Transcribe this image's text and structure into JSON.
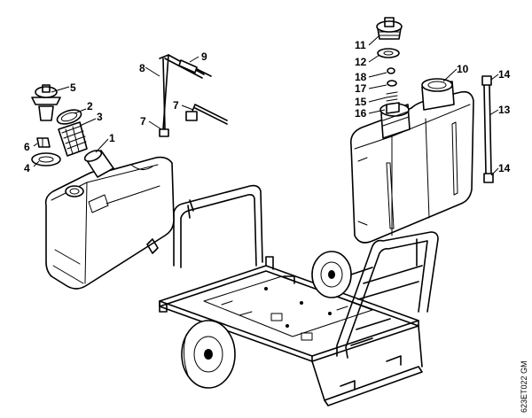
{
  "callouts": {
    "c1": "1",
    "c2": "2",
    "c3": "3",
    "c4": "4",
    "c5": "5",
    "c6": "6",
    "c7a": "7",
    "c7b": "7",
    "c8": "8",
    "c9": "9",
    "c10": "10",
    "c11": "11",
    "c12": "12",
    "c13": "13",
    "c14a": "14",
    "c14b": "14",
    "c15": "15",
    "c16": "16",
    "c17": "17",
    "c18": "18"
  },
  "drawing_code": "623ET022 GM"
}
